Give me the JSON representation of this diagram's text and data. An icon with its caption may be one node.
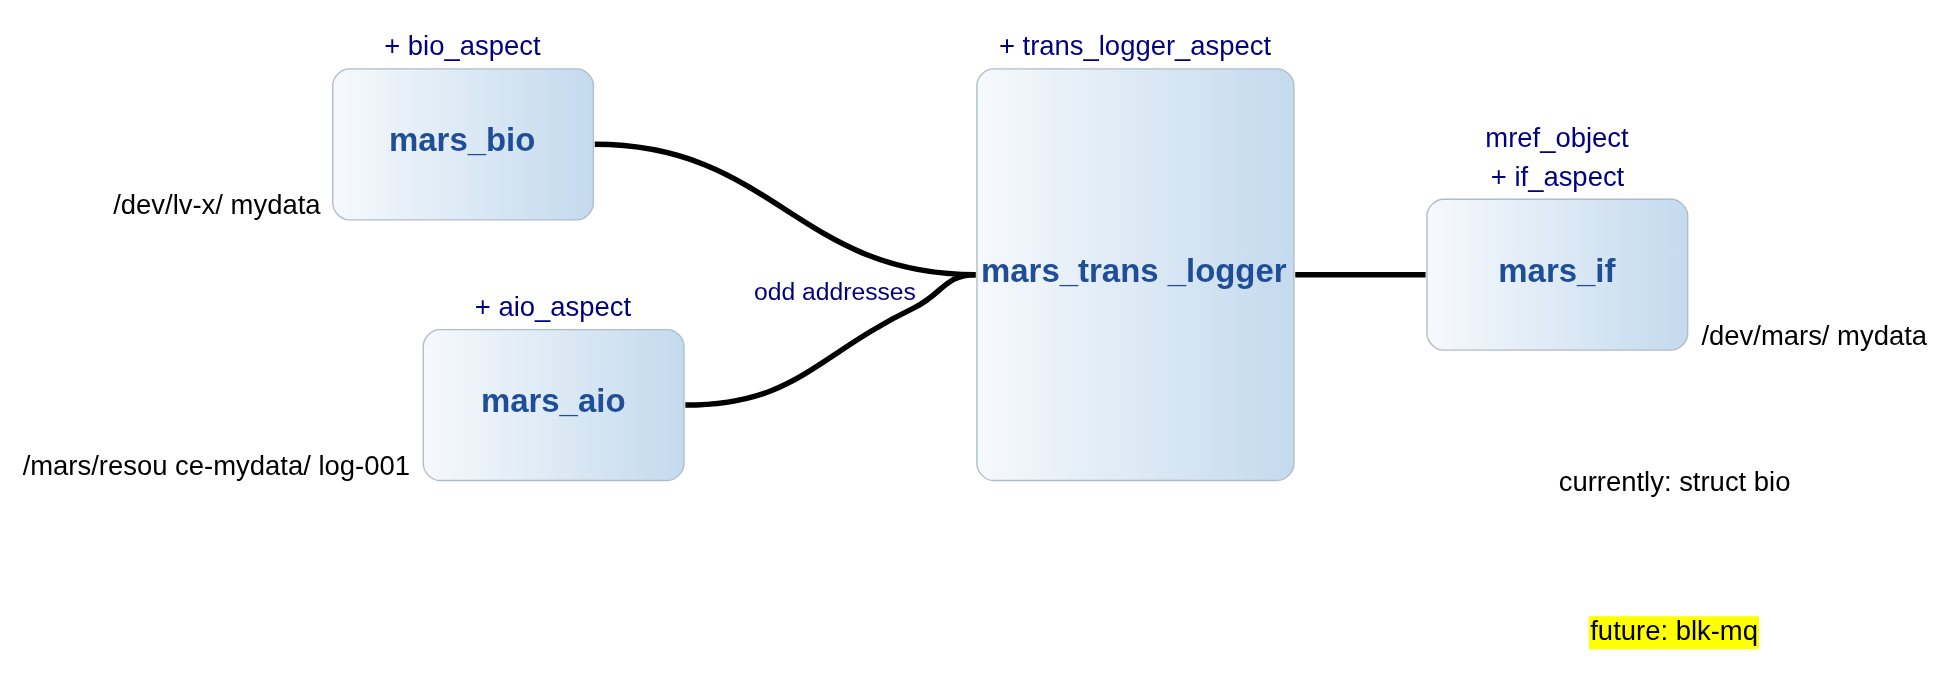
{
  "diagram": {
    "nodes": [
      {
        "text": [
          "+ bio_aspect",
          "mars_bio"
        ],
        "beside": [
          "/dev/lv-x/ mydata"
        ]
      },
      {
        "text": [
          "+ trans_logger_aspect",
          "mars_trans _logger"
        ]
      },
      {
        "text": [
          "mref_object",
          "+ if_aspect",
          "mars_if"
        ],
        "beside": [
          "/dev/mars/ mydata"
        ]
      },
      {
        "text": [
          "+ aio_aspect",
          "mars_aio"
        ],
        "beside": [
          "/mars/resou ce-mydata/ log-001"
        ]
      }
    ],
    "edges": [
      {
        "from": 0,
        "to": 1,
        "arrow": "none"
      },
      {
        "from": 1,
        "to": 2,
        "arrow": "none"
      },
      {
        "from": 3,
        "to": 1,
        "arrow": "none",
        "label": "odd addresses"
      }
    ],
    "labels": [
      "currently: struct bio",
      "future: blk-mq"
    ]
  }
}
